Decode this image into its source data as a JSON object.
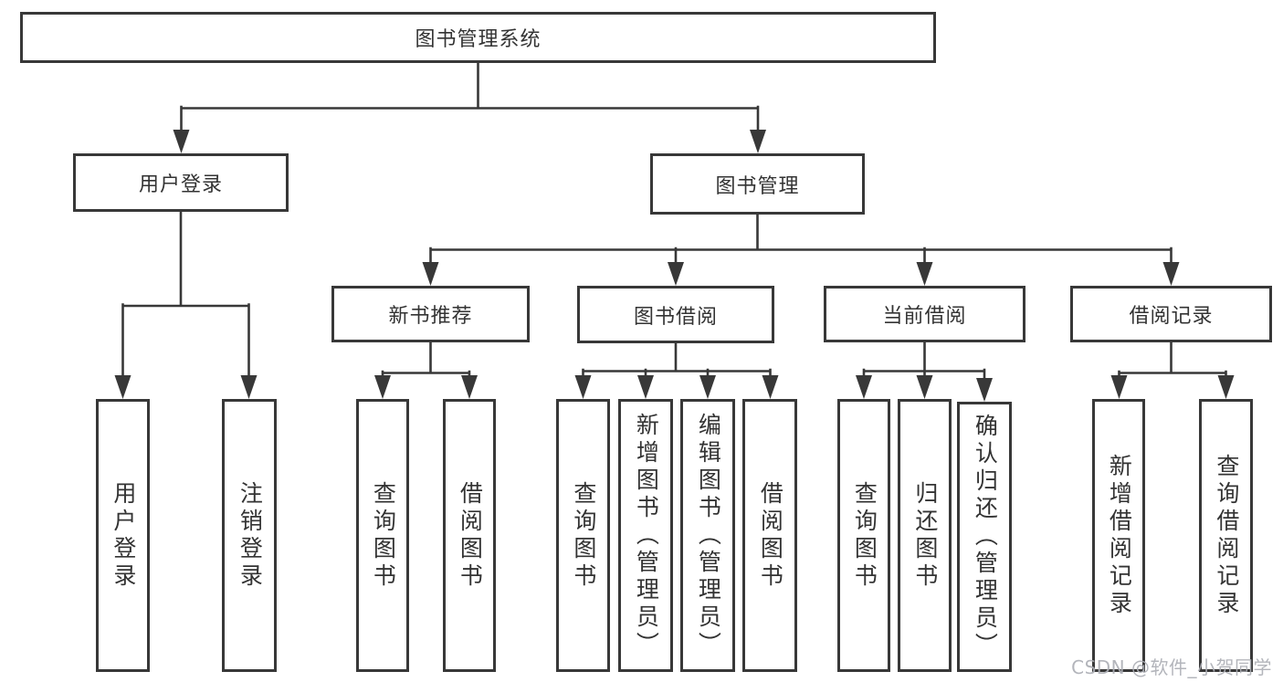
{
  "diagram": {
    "title": "图书管理系统",
    "watermark": "CSDN @软件_小贺同学",
    "colors": {
      "line": "#383838",
      "text": "#333333",
      "watermark": "#acafb5",
      "background": "#ffffff"
    },
    "level2": [
      {
        "label": "用户登录"
      },
      {
        "label": "图书管理"
      }
    ],
    "level3": [
      {
        "label": "新书推荐"
      },
      {
        "label": "图书借阅"
      },
      {
        "label": "当前借阅"
      },
      {
        "label": "借阅记录"
      }
    ],
    "leaves": {
      "user_login": [
        {
          "label": "用户登录"
        },
        {
          "label": "注销登录"
        }
      ],
      "recommend": [
        {
          "label": "查询图书"
        },
        {
          "label": "借阅图书"
        }
      ],
      "borrow": [
        {
          "label": "查询图书"
        },
        {
          "label": "新增图书（管理员）"
        },
        {
          "label": "编辑图书（管理员）"
        },
        {
          "label": "借阅图书"
        }
      ],
      "current": [
        {
          "label": "查询图书"
        },
        {
          "label": "归还图书"
        },
        {
          "label": "确认归还（管理员）"
        }
      ],
      "records": [
        {
          "label": "新增借阅记录"
        },
        {
          "label": "查询借阅记录"
        }
      ]
    }
  }
}
